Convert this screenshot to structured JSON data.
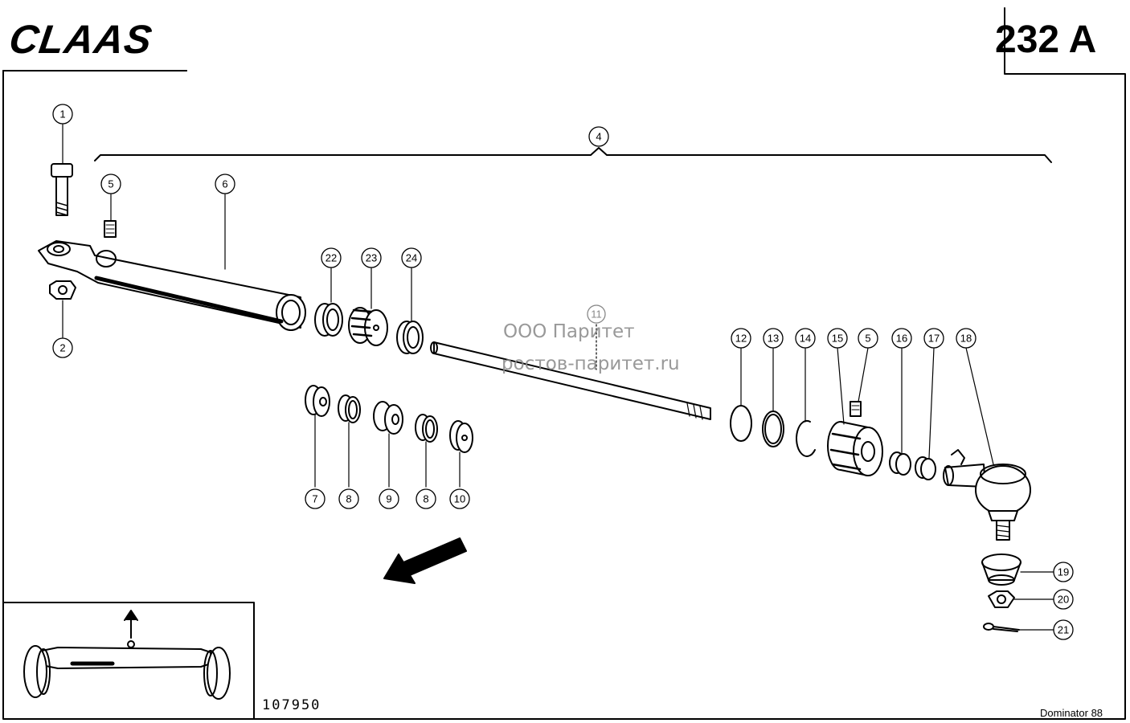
{
  "header": {
    "brand": "CLAAS",
    "page_code": "232 A"
  },
  "watermark": {
    "company": "ООО Паритет",
    "site": "ростов-паритет.ru"
  },
  "footer": {
    "document_number": "107950",
    "model": "Dominator 88"
  },
  "callouts": [
    {
      "id": "c1",
      "label": "1"
    },
    {
      "id": "c2",
      "label": "2"
    },
    {
      "id": "c4",
      "label": "4"
    },
    {
      "id": "c5a",
      "label": "5"
    },
    {
      "id": "c6",
      "label": "6"
    },
    {
      "id": "c22",
      "label": "22"
    },
    {
      "id": "c23",
      "label": "23"
    },
    {
      "id": "c24",
      "label": "24"
    },
    {
      "id": "c11",
      "label": "11"
    },
    {
      "id": "c12",
      "label": "12"
    },
    {
      "id": "c13",
      "label": "13"
    },
    {
      "id": "c14",
      "label": "14"
    },
    {
      "id": "c15",
      "label": "15"
    },
    {
      "id": "c5b",
      "label": "5"
    },
    {
      "id": "c16",
      "label": "16"
    },
    {
      "id": "c17",
      "label": "17"
    },
    {
      "id": "c18",
      "label": "18"
    },
    {
      "id": "c7",
      "label": "7"
    },
    {
      "id": "c8a",
      "label": "8"
    },
    {
      "id": "c9",
      "label": "9"
    },
    {
      "id": "c8b",
      "label": "8"
    },
    {
      "id": "c10",
      "label": "10"
    },
    {
      "id": "c19",
      "label": "19"
    },
    {
      "id": "c20",
      "label": "20"
    },
    {
      "id": "c21",
      "label": "21"
    }
  ]
}
